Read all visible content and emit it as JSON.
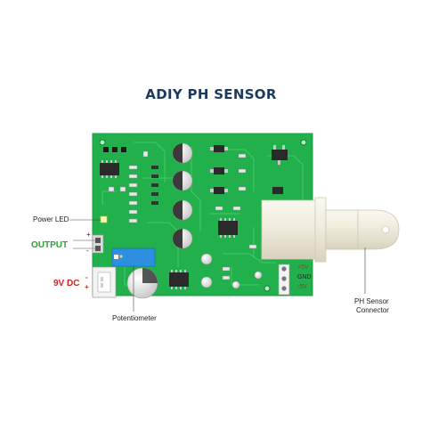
{
  "title": "ADIY PH SENSOR",
  "labels": {
    "power_led": "Power LED",
    "output": "OUTPUT",
    "output_plus": "+",
    "output_minus": "-",
    "dc_input": "9V DC",
    "dc_minus": "-",
    "dc_plus": "+",
    "potentiometer": "Potentiometer",
    "pin_5v_pos": "+5V",
    "pin_gnd": "GND",
    "pin_5v_neg": "-5V",
    "ph_connector_line1": "PH Sensor",
    "ph_connector_line2": "Connector"
  },
  "colors": {
    "board": "#21b04b",
    "board_dark": "#178a37",
    "output_label": "#2aa136",
    "dc_label": "#d42020",
    "title": "#1b3a5c",
    "potentiometer": "#2d8fe0",
    "chip": "#2a2a2a",
    "capacitor": "#e6e6e6"
  }
}
